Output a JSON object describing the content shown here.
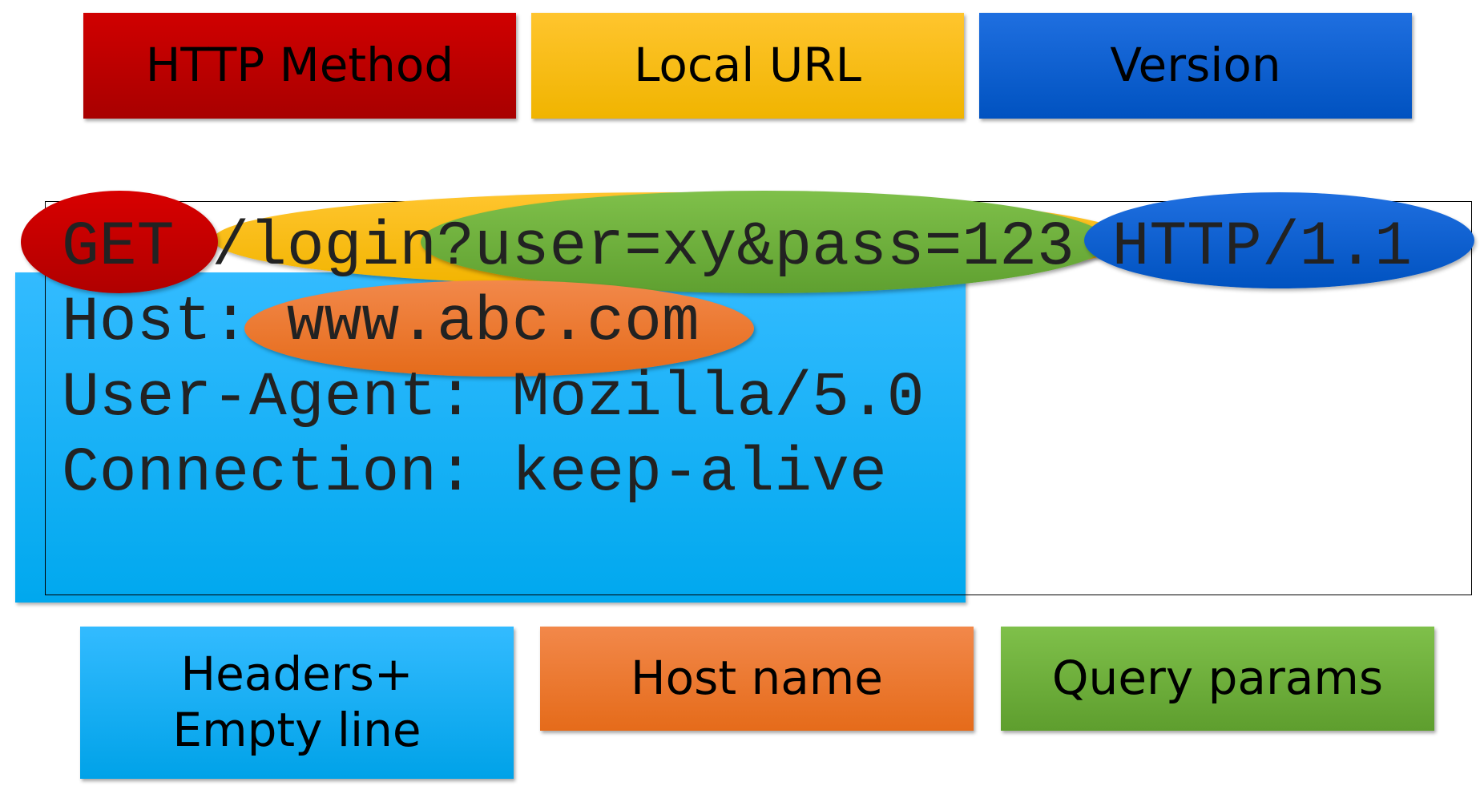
{
  "legend": {
    "http_method": "HTTP Method",
    "local_url": "Local URL",
    "version": "Version",
    "headers": "Headers+\nEmpty line",
    "host_name": "Host name",
    "query_params": "Query params"
  },
  "request": {
    "lines": [
      "GET /login?user=xy&pass=123 HTTP/1.1",
      "Host: www.abc.com",
      "User-Agent: Mozilla/5.0",
      "Connection: keep-alive"
    ]
  },
  "colors": {
    "method": "#c00000",
    "local_url": "#ffc000",
    "version": "#0066cc",
    "headers": "#00b0f0",
    "host_name": "#ed7d31",
    "query_params": "#70ad47"
  }
}
